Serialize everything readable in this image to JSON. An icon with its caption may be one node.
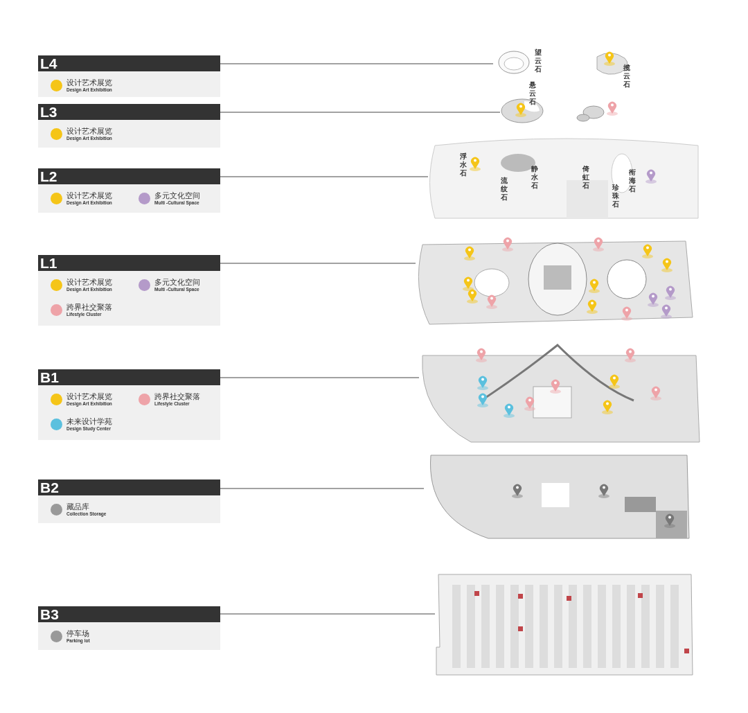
{
  "diagram": {
    "nodes": [
      {
        "text": [
          "L4"
        ]
      },
      {
        "text": [
          "L3"
        ]
      },
      {
        "text": [
          "L2"
        ]
      },
      {
        "text": [
          "L1"
        ]
      },
      {
        "text": [
          "B1"
        ]
      },
      {
        "text": [
          "B2"
        ]
      },
      {
        "text": [
          "B3"
        ]
      },
      {
        "text": [],
        "shape": "picture"
      },
      {
        "text": [],
        "shape": "picture"
      },
      {
        "text": [],
        "shape": "picture"
      },
      {
        "text": [],
        "shape": "picture"
      },
      {
        "text": [],
        "shape": "picture"
      },
      {
        "text": [],
        "shape": "picture"
      },
      {
        "text": [],
        "shape": "picture"
      }
    ],
    "edges": [
      {
        "from": 0,
        "to": 7,
        "arrow": "none"
      },
      {
        "from": 1,
        "to": 8,
        "arrow": "none"
      },
      {
        "from": 2,
        "to": 9,
        "arrow": "none"
      },
      {
        "from": 3,
        "to": 10,
        "arrow": "none"
      },
      {
        "from": 4,
        "to": 11,
        "arrow": "none"
      },
      {
        "from": 5,
        "to": 12,
        "arrow": "none"
      },
      {
        "from": 6,
        "to": 13,
        "arrow": "none"
      }
    ],
    "labels": [
      "望云石",
      "揽云石",
      "悬云石",
      "浮水石",
      "静水石",
      "流纹石",
      "倚虹石",
      "衔海石",
      "珍珠石"
    ],
    "legend": [
      {
        "text": "设计艺术展览 Design Art Exhibition",
        "color": "#f5c518"
      },
      {
        "text": "设计艺术展览 Design Art Exhibition",
        "color": "#f5c518"
      },
      {
        "text": "设计艺术展览 Design Art Exhibition",
        "color": "#f5c518"
      },
      {
        "text": "多元文化空间 Multi -Cultural Space",
        "color": "#b49ac9"
      },
      {
        "text": "设计艺术展览 Design Art Exhibition",
        "color": "#f5c518"
      },
      {
        "text": "多元文化空间 Multi -Cultural Space",
        "color": "#b49ac9"
      },
      {
        "text": "跨界社交聚落 Lifestyle Cluster",
        "color": "#eea3a8"
      },
      {
        "text": "设计艺术展览 Design Art Exhibition",
        "color": "#f5c518"
      },
      {
        "text": "跨界社交聚落 Lifestyle Cluster",
        "color": "#eea3a8"
      },
      {
        "text": "未来设计学苑 Design Study Center",
        "color": "#5bc0de"
      },
      {
        "text": "藏品库 Collection Storage",
        "color": "#999999"
      },
      {
        "text": "停车场 Parking lot",
        "color": "#999999"
      }
    ]
  }
}
